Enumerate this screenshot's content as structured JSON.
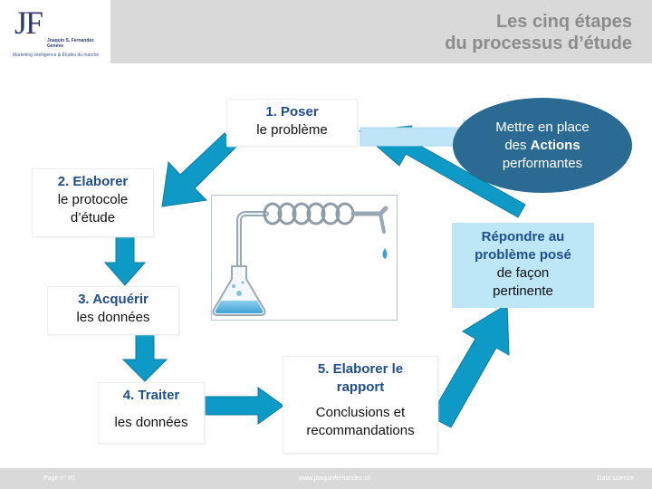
{
  "header": {
    "logo_letters": "JF",
    "logo_name_line1": "Joaquin S. Fernandez",
    "logo_name_line2": "Genève",
    "logo_tagline": "Marketing intelligence & Études du marché",
    "title_line1": "Les cinq étapes",
    "title_line2": "du processus d’étude"
  },
  "steps": {
    "step1": {
      "head": "1. Poser",
      "body": "le problème"
    },
    "step2": {
      "head": "2. Elaborer",
      "body1": "le protocole",
      "body2": "d’étude"
    },
    "step3": {
      "head": "3. Acquérir",
      "body": "les données"
    },
    "step4": {
      "head": "4. Traiter",
      "body": "les données"
    },
    "step5": {
      "head1": "5. Elaborer le",
      "head2": "rapport",
      "body1": "Conclusions et",
      "body2": "recommandations"
    }
  },
  "respond": {
    "head1": "Répondre au",
    "head2": "problème posé",
    "body1": "de façon",
    "body2": "pertinente"
  },
  "actions": {
    "line1": "Mettre en place",
    "line2_prefix": "des ",
    "line2_bold": "Actions",
    "line3": "performantes"
  },
  "footer": {
    "page": "Page n° 80",
    "url": "www.joaquinfernandez.ch",
    "section": "Data science"
  },
  "colors": {
    "arrow": "#0e9ac7",
    "arrow_light": "#bfe4f6",
    "ellipse": "#2b6a93",
    "title": "#8c8c8c",
    "step_head": "#1f4e8c"
  }
}
